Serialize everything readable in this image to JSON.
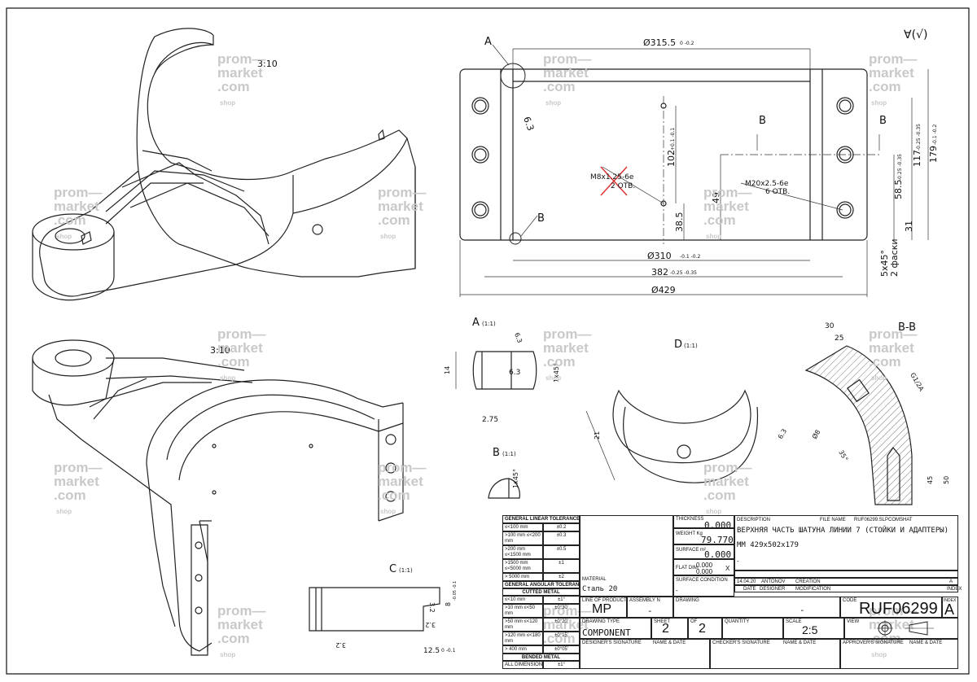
{
  "drawing": {
    "scale_top": "3:10",
    "scale_bottom": "3:10",
    "roughness_symbol": "∀(√)",
    "dims": {
      "d315": "Ø315.5",
      "d315_tol": "0 -0.2",
      "d310": "Ø310",
      "d310_tol": "-0.1 -0.2",
      "d382": "382",
      "d382_tol": "-0.25 -0.35",
      "d429": "Ø429",
      "d179": "179",
      "d179_tol": "-0.1 -0.2",
      "d117": "117",
      "d117_tol": "-0.25 -0.35",
      "d102": "102",
      "d102_tol": "+0.1 -0.1",
      "d58": "58.5",
      "d58_tol": "-0.25 -0.35",
      "d38": "38.5",
      "d31": "31",
      "d49": "49",
      "d63": "6.3",
      "chamfer": "5x45°",
      "chamfer2": "2 фаски",
      "m8": "M8x1.25-6e",
      "m8_holes": "2 ОТВ.",
      "m20": "M20x2.5-6e",
      "m20_holes": "6 ОТВ."
    },
    "labels": {
      "A": "A",
      "B": "B",
      "B1": "B",
      "B2": "B",
      "view_a": "A",
      "view_a_scale": "(1:1)",
      "view_b": "B",
      "view_b_scale": "(1:1)",
      "view_c": "C",
      "view_c_scale": "(1:1)",
      "view_d": "D",
      "view_d_scale": "(1:1)",
      "section_bb": "B-B"
    },
    "detail_dims": {
      "a14": "14",
      "a275": "2.75",
      "a63": "6.3",
      "a63b": "6.3",
      "a1x45": "1x45°",
      "b1x45": "1x45°",
      "c32": "3.2",
      "c32b": "3.2",
      "c32c": "3.2",
      "c125": "12.5",
      "c125_tol": "0 -0.1",
      "c8": "8",
      "c8_tol": "-0.05 -0.1",
      "d21": "21",
      "bb30": "30",
      "bb25": "25",
      "bb_g": "G1/2A",
      "bb_d8": "Ø8",
      "bb_35": "35°",
      "bb_45": "45",
      "bb_50": "50",
      "bb_63": "6.3"
    }
  },
  "watermark": {
    "line1": "prom—",
    "line2": "market",
    "line3": ".com",
    "shop": "shop"
  },
  "tolerance_table": {
    "linear_title": "GENERAL LINEAR TOLERANCE",
    "linear": [
      {
        "range": "≤<100 mm",
        "tol": "±0.2"
      },
      {
        "range": ">100 mm ≤<200 mm",
        "tol": "±0.3"
      },
      {
        "range": ">200 mm ≤<1500 mm",
        "tol": "±0.5"
      },
      {
        "range": ">1500 mm ≤<5000 mm",
        "tol": "±1"
      },
      {
        "range": "> 5000 mm",
        "tol": "±2"
      }
    ],
    "angular_title": "GENERAL ANGULAR TOLERANCE",
    "cutted_title": "CUTTED METAL",
    "cutted": [
      {
        "range": "≤<10 mm",
        "tol": "±1°"
      },
      {
        "range": ">10 mm ≤<50 mm",
        "tol": "±0°30'"
      },
      {
        "range": ">50 mm ≤<120 mm",
        "tol": "±0°20'"
      },
      {
        "range": ">120 mm ≤<180 mm",
        "tol": "±0°15'"
      },
      {
        "range": "> 400 mm",
        "tol": "±0°05'"
      }
    ],
    "bended_title": "BENDED METAL",
    "bended": [
      {
        "range": "ALL DIMENSIONS",
        "tol": "±1°"
      }
    ]
  },
  "title_block": {
    "material_label": "MATERIAL",
    "material_value": "Сталь 20",
    "thickness_label": "THICKNESS",
    "thickness_value": "0.000",
    "weight_label": "WEIGHT Kg",
    "weight_value": "79.770",
    "surface_label": "SURFACE m²",
    "surface_value": "0.000",
    "flat_label": "FLAT DIM.",
    "flat_value1": "0.000",
    "flat_value2": "0.000",
    "flat_x": "X",
    "surface_cond_label": "SURFACE CONDITION",
    "surface_cond_value": "-",
    "description_label": "DESCRIPTION",
    "description_value": "ВЕРХНЯЯ ЧАСТЬ ШАТУНА ЛИНИИ 7 (СТОЙКИ И АДАПТЕРЫ)",
    "size_value": "ММ 429x502x179",
    "filename_label": "FILE NAME",
    "filename_value": "RUF06299.SLPCOMSHAT",
    "dash": "-",
    "date_value": "14.04.20",
    "designer_value": "ANTONOV",
    "creation_value": "CREATION",
    "rev_a": "A",
    "date_label": "DATE",
    "designer_label": "DESIGNER",
    "modification_label": "MODIFICATION",
    "index_label": "INDEX",
    "line_label": "LINE OF PRODUCT",
    "line_value": "MP",
    "assembly_label": "ASSEMBLY N",
    "assembly_value": "-",
    "drawing_label": "DRAWING",
    "drawing_value": "-",
    "code_label": "CODE",
    "code_value": "RUF06299",
    "index_value": "A",
    "drawing_type_label": "DRAWING TYPE",
    "drawing_type_value": "COMPONENT",
    "sheet_label": "SHEET",
    "sheet_value": "2",
    "of_label": "OF",
    "of_value": "2",
    "quantity_label": "QUANTITY",
    "scale_label": "SCALE",
    "scale_value": "2:5",
    "view_label": "VIEW",
    "designer_sig_label": "DESIGNER'S SIGNATURE",
    "name_date_label": "NAME & DATE",
    "checker_sig_label": "CHECKER'S SIGNATURE",
    "name_date_label2": "NAME & DATE",
    "approver_sig_label": "APPROVER'S SIGNATURE",
    "name_date_label3": "NAME & DATE"
  }
}
